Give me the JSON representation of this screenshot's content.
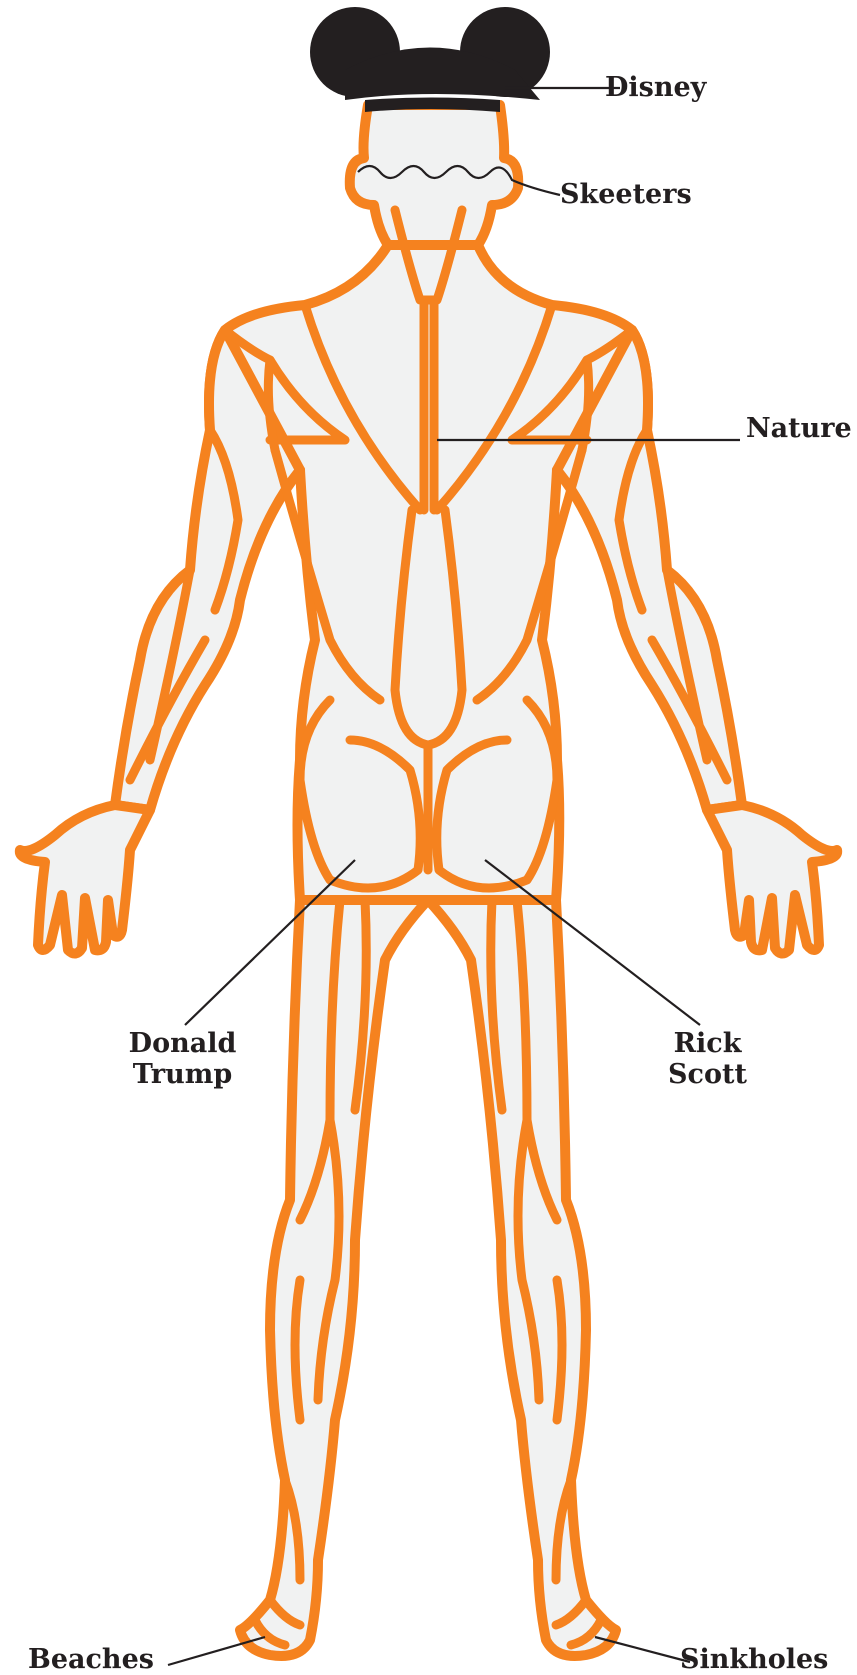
{
  "colors": {
    "muscle_outline": "#f5821f",
    "muscle_fill": "#f1f2f2",
    "ears": "#231f20",
    "label_text": "#231f20",
    "background": "#ffffff"
  },
  "labels": {
    "disney": "Disney",
    "skeeters": "Skeeters",
    "nature": "Nature",
    "donald_line1": "Donald",
    "donald_line2": "Trump",
    "rick_line1": "Rick",
    "rick_line2": "Scott",
    "beaches": "Beaches",
    "sinkholes": "Sinkholes"
  }
}
